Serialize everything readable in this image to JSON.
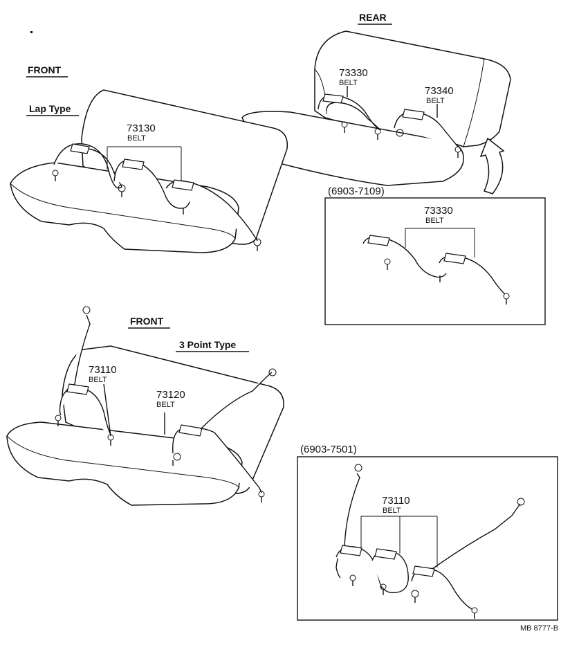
{
  "labels": {
    "rear": "REAR",
    "front_top": "FRONT",
    "lap_type": "Lap Type",
    "front_bottom": "FRONT",
    "three_point_type": "3 Point Type",
    "code": "MB 8777-B"
  },
  "callouts": {
    "lap_belt": {
      "part": "73130",
      "name": "BELT"
    },
    "rear_belt_1": {
      "part": "73330",
      "name": "BELT"
    },
    "rear_belt_2": {
      "part": "73340",
      "name": "BELT"
    },
    "inset1_belt": {
      "part": "73330",
      "name": "BELT"
    },
    "front_3pt_1": {
      "part": "73110",
      "name": "BELT"
    },
    "front_3pt_2": {
      "part": "73120",
      "name": "BELT"
    },
    "inset2_belt": {
      "part": "73110",
      "name": "BELT"
    }
  },
  "insets": {
    "inset1": {
      "title": "(6903-7109)"
    },
    "inset2": {
      "title": "(6903-7501)"
    }
  }
}
